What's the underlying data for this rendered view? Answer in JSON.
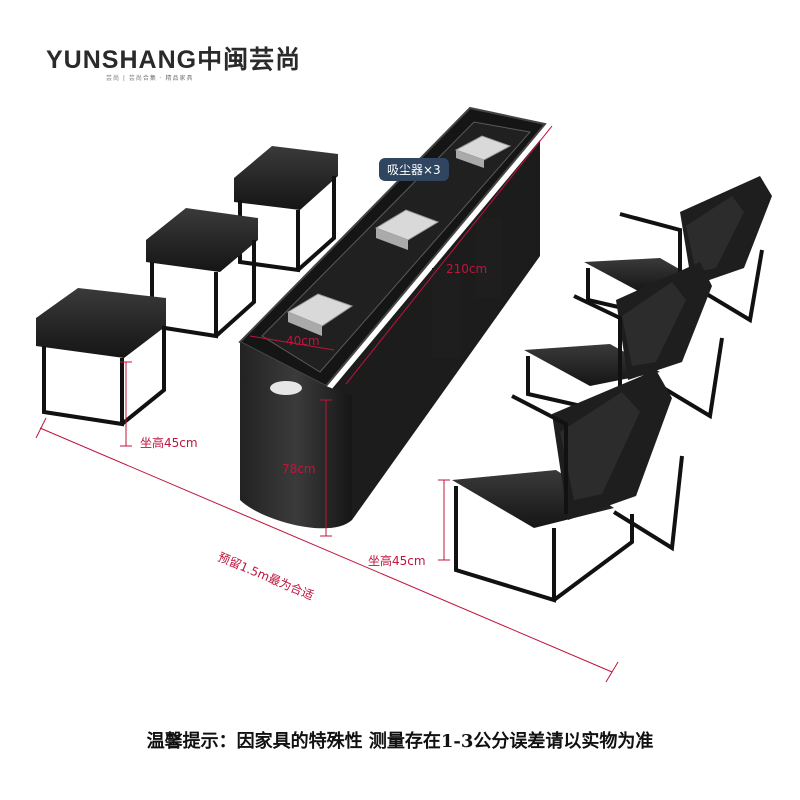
{
  "brand": {
    "logo_text": "YUNSHANG中闽芸尚",
    "tagline": "芸尚 | 芸尚合集 · 精品家具"
  },
  "annotations": {
    "vacuum": "吸尘器×3",
    "table_length": "210cm",
    "table_width": "40cm",
    "table_height": "78cm",
    "stool_seat_height": "坐高45cm",
    "chair_seat_height": "坐高45cm",
    "clearance": "预留1.5m最为合适"
  },
  "footer": {
    "notice": "温馨提示：因家具的特殊性 测量存在1-3公分误差请以实物为准"
  },
  "colors": {
    "annotation": "#c0143c",
    "badge_bg": "#2f4560",
    "furniture": "#1b1b1b"
  }
}
